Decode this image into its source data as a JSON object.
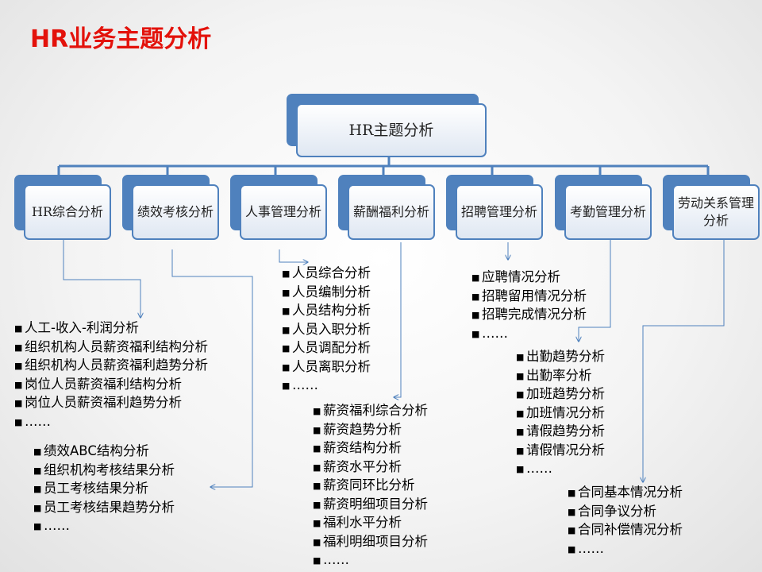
{
  "title": "HR业务主题分析",
  "root": "HR主题分析",
  "bullet_char": "■",
  "categories": [
    {
      "key": "hr",
      "label": "HR综合分析",
      "items": [
        "人工-收入-利润分析",
        "组织机构人员薪资福利结构分析",
        "组织机构人员薪资福利趋势分析",
        "岗位人员薪资福利结构分析",
        "岗位人员薪资福利趋势分析",
        "……"
      ]
    },
    {
      "key": "perf",
      "label": "绩效考核分析",
      "items": [
        "绩效ABC结构分析",
        "组织机构考核结果分析",
        "员工考核结果分析",
        "员工考核结果趋势分析",
        "……"
      ]
    },
    {
      "key": "personnel",
      "label": "人事管理分析",
      "items": [
        "人员综合分析",
        "人员编制分析",
        "人员结构分析",
        "人员入职分析",
        "人员调配分析",
        "人员离职分析",
        "……"
      ]
    },
    {
      "key": "salary",
      "label": "薪酬福利分析",
      "items": [
        "薪资福利综合分析",
        "薪资趋势分析",
        "薪资结构分析",
        "薪资水平分析",
        "薪资同环比分析",
        "薪资明细项目分析",
        "福利水平分析",
        "福利明细项目分析",
        "……"
      ]
    },
    {
      "key": "recruit",
      "label": "招聘管理分析",
      "items": [
        "应聘情况分析",
        "招聘留用情况分析",
        "招聘完成情况分析",
        "……"
      ]
    },
    {
      "key": "attendance",
      "label": "考勤管理分析",
      "items": [
        "出勤趋势分析",
        "出勤率分析",
        "加班趋势分析",
        "加班情况分析",
        "请假趋势分析",
        "请假情况分析",
        "……"
      ]
    },
    {
      "key": "labor",
      "label": "劳动关系管理分析",
      "items": [
        "合同基本情况分析",
        "合同争议分析",
        "合同补偿情况分析",
        "……"
      ]
    }
  ],
  "colors": {
    "title": "#e3120b",
    "box_border": "#4f81bd",
    "connector": "#4f81bd"
  }
}
